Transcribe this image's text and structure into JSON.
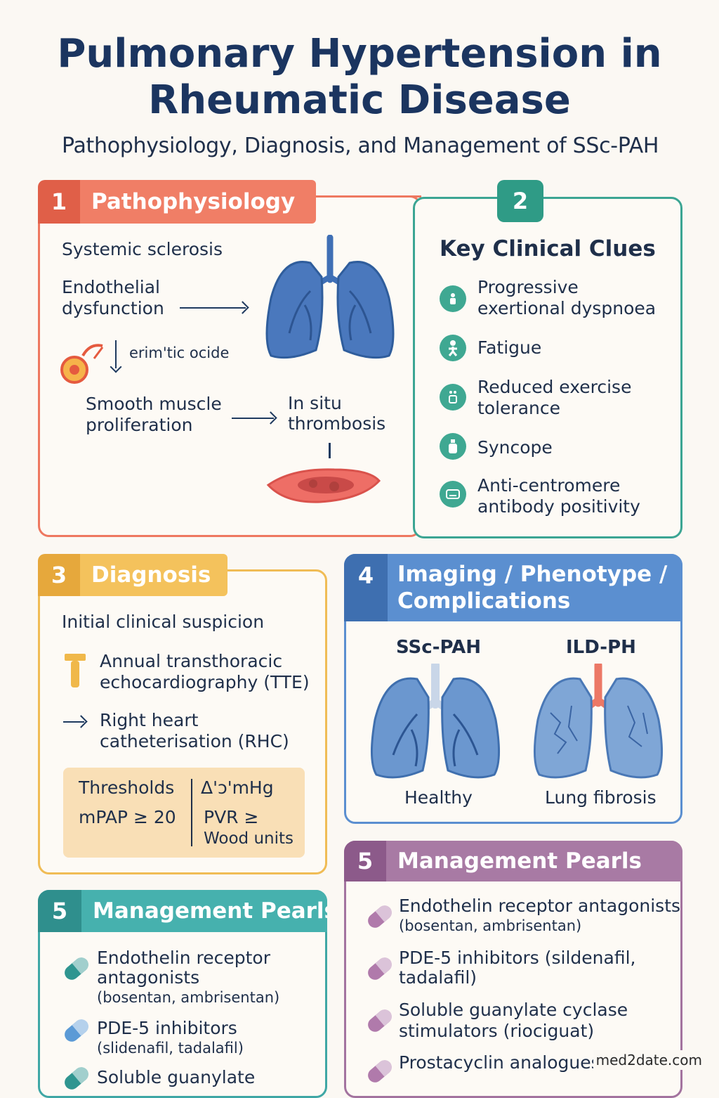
{
  "header": {
    "title_line1": "Pulmonary Hypertension in",
    "title_line2": "Rheumatic Disease",
    "subtitle": "Pathophysiology, Diagnosis, and Management of SSc-PAH"
  },
  "colors": {
    "pathophysiology": "#ee7860",
    "clinical": "#3ba593",
    "diagnosis": "#f0bc55",
    "imaging": "#5b8fd0",
    "management_purple": "#a3739f",
    "management_teal": "#3fa7a5"
  },
  "pathophysiology": {
    "num": "1",
    "title": "Pathophysiology",
    "systemic": "Systemic sclerosis",
    "endothelial_1": "Endothelial",
    "endothelial_2": "dysfunction",
    "nitric": "erim'tic ocide",
    "smooth_1": "Smooth muscle",
    "smooth_2": "proliferation",
    "insitu_1": "In situ",
    "insitu_2": "thrombosis"
  },
  "clinical": {
    "num": "2",
    "title": "Key Clinical Clues",
    "items": [
      {
        "line1": "Progressive",
        "line2": "exertional dyspnoea",
        "icon": "dyspnoea-icon"
      },
      {
        "line1": "Fatigue",
        "line2": "",
        "icon": "person-icon"
      },
      {
        "line1": "Reduced exercise",
        "line2": "tolerance",
        "icon": "exercise-icon"
      },
      {
        "line1": "Syncope",
        "line2": "",
        "icon": "syncope-icon"
      },
      {
        "line1": "Anti-centromere",
        "line2": "antibody positivity",
        "icon": "antibody-icon"
      }
    ]
  },
  "diagnosis": {
    "num": "3",
    "title": "Diagnosis",
    "suspicion": "Initial clinical suspicion",
    "tte_1": "Annual transthoracic",
    "tte_2": "echocardiography (TTE)",
    "rhc_1": "Right heart",
    "rhc_2": "catheterisation (RHC)",
    "thresholds": "Thresholds",
    "mpap": "mPAP ≥ 20",
    "mmhg": "Δ'ɔ'mHg",
    "pvr_1": "PVR ≥",
    "pvr_2": "Wood units"
  },
  "imaging": {
    "num": "4",
    "title_1": "Imaging / Phenotype /",
    "title_2": "Complications",
    "left_label": "SSc-PAH",
    "right_label": "ILD-PH",
    "left_caption": "Healthy",
    "right_caption": "Lung fibrosis"
  },
  "mgmt_right": {
    "num": "5",
    "title": "Management Pearls",
    "items": [
      {
        "line1": "Endothelin receptor antagonists",
        "line2": "(bosentan, ambrisentan)"
      },
      {
        "line1": "PDE-5 inhibitors (sildenafil,",
        "line2": "tadalafil)"
      },
      {
        "line1": "Soluble guanylate cyclase",
        "line2": "stimulators (riociguat)"
      },
      {
        "line1": "Prostacyclin analogues",
        "line2": ""
      }
    ]
  },
  "mgmt_left": {
    "num": "5",
    "title": "Management Pearls",
    "item1_1": "Endothelin receptor",
    "item1_2": "antagonists",
    "item1_3": "(bosentan, ambrisentan)",
    "item2_1": "PDE-5 inhibitors",
    "item2_2": "(slidenafil, tadalafil)",
    "item3_1": "Soluble guanylate"
  },
  "watermark": "med2date.com"
}
